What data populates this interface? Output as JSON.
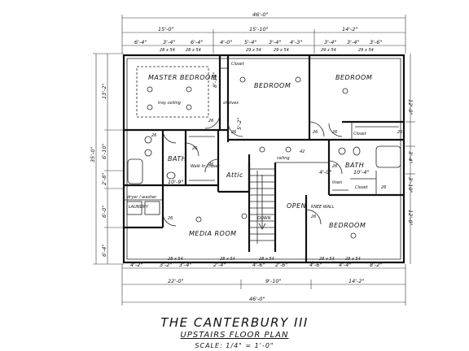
{
  "title": "THE CANTERBURY III",
  "subtitle": "UPSTAIRS FLOOR PLAN",
  "scale": "SCALE:  1/4\" = 1'-0\"",
  "dimensions": {
    "overall_top": "46'-0\"",
    "overall_bottom": "46'-0\"",
    "top_segments": [
      "15'-0\"",
      "15'-10\"",
      "14'-2\""
    ],
    "top_sub": [
      "6'-4\"",
      "3'-4\"",
      "6'-4\"",
      "4'-0\"",
      "5'-4\"",
      "3'-4\"",
      "4'-3\"",
      "3'-4\"",
      "3'-4\"",
      "3'-6\""
    ],
    "bottom_segments": [
      "22'-0\"",
      "9'-10\"",
      "14'-2\""
    ],
    "bottom_sub": [
      "4'-2\"",
      "3'-2\"",
      "3'-4\"",
      "2'-4\"",
      "4'-6\"",
      "2'-6\"",
      "4'-6\"",
      "4'-4\"",
      "8'-2\""
    ],
    "left_overall": "35'-0\"",
    "left_segments": [
      "13'-2\"",
      "6'-10\"",
      "2'-8\"",
      "6'-0\"",
      "6'-4\""
    ],
    "right_segments": [
      "12'-0\"",
      "3'-4\"",
      "3'-10\"",
      "12'-0\""
    ],
    "interior": [
      "8'-10\"",
      "5'-2\"",
      "10'-9\"",
      "4'-0\"",
      "10'-4\""
    ]
  },
  "rooms": {
    "master_bedroom": "MASTER BEDROOM",
    "tray_ceiling": "tray ceiling",
    "bedroom_1": "BEDROOM",
    "bedroom_2": "BEDROOM",
    "bedroom_3": "BEDROOM",
    "bath_1": "BATH",
    "bath_2": "BATH",
    "walk_in_closet": "Walk In Closet",
    "attic": "Attic",
    "laundry": "LAUNDRY",
    "dryer_washer": "dryer / washer",
    "media_room": "MEDIA ROOM",
    "open": "OPEN",
    "down": "DOWN",
    "closet_a": "Closet",
    "closet_b": "Closet",
    "closet_c": "Closet",
    "linen": "linen",
    "shelf": "shelves",
    "knee_wall": "KNEE WALL",
    "railing": "railing"
  },
  "labels": {
    "door_sizes": [
      "26",
      "26",
      "26",
      "26",
      "26",
      "26",
      "26",
      "26",
      "26",
      "26",
      "26",
      "26",
      "42"
    ],
    "window_sizes": [
      "28 x 54",
      "28 x 54",
      "29 x 54",
      "29 x 54",
      "29 x 54",
      "29 x 54",
      "28 x 54",
      "28 x 54",
      "28 x 54",
      "28 x 54",
      "28 x 54"
    ]
  }
}
